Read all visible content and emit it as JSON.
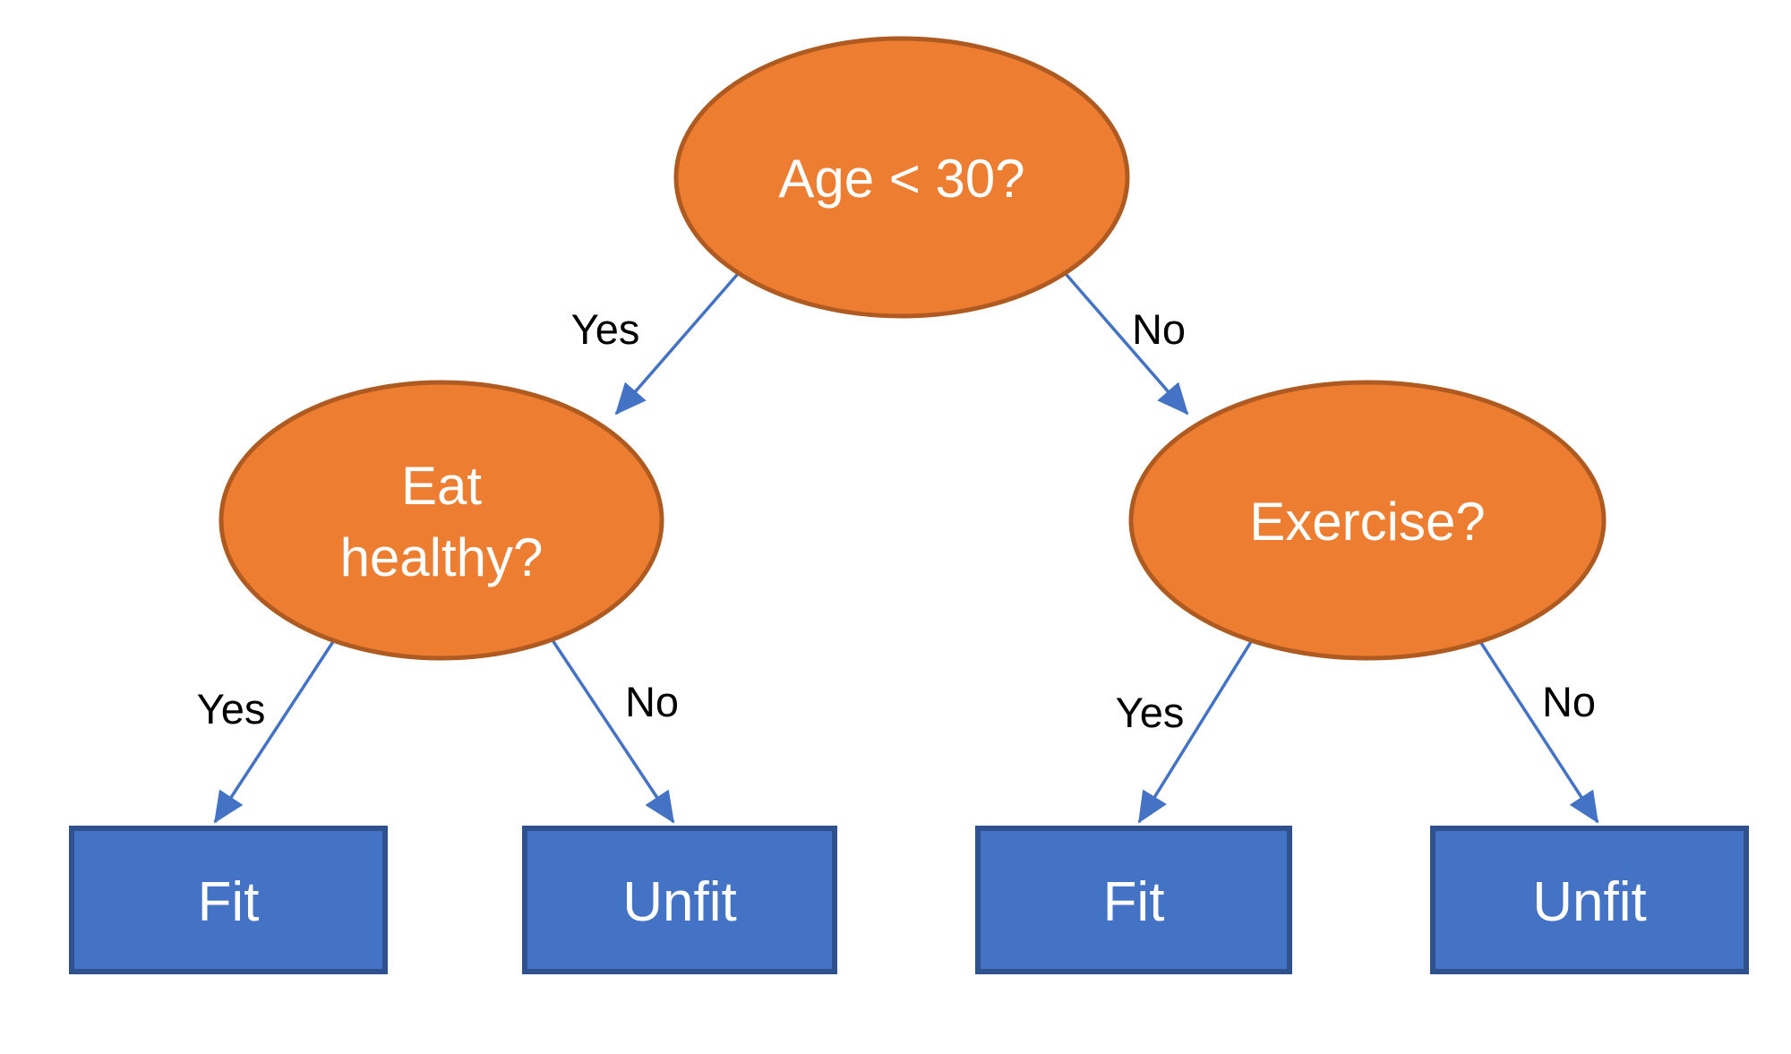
{
  "colors": {
    "background": "#FFFFFF",
    "node_fill": "#ED7D31",
    "node_stroke": "#AE5A21",
    "leaf_fill": "#4472C4",
    "leaf_stroke": "#2F528F",
    "edge": "#4472C4",
    "label_text": "#000000",
    "shape_text": "#FFFFFF"
  },
  "diagram": {
    "root": {
      "label": "Age < 30?"
    },
    "nodes": {
      "eat_healthy": {
        "lines": [
          "Eat",
          "healthy?"
        ]
      },
      "exercise": {
        "label": "Exercise?"
      }
    },
    "edges": {
      "root_yes": "Yes",
      "root_no": "No",
      "eat_yes": "Yes",
      "eat_no": "No",
      "exercise_yes": "Yes",
      "exercise_no": "No"
    },
    "leaves": {
      "eat_fit": "Fit",
      "eat_unfit": "Unfit",
      "exercise_fit": "Fit",
      "exercise_unfit": "Unfit"
    }
  }
}
